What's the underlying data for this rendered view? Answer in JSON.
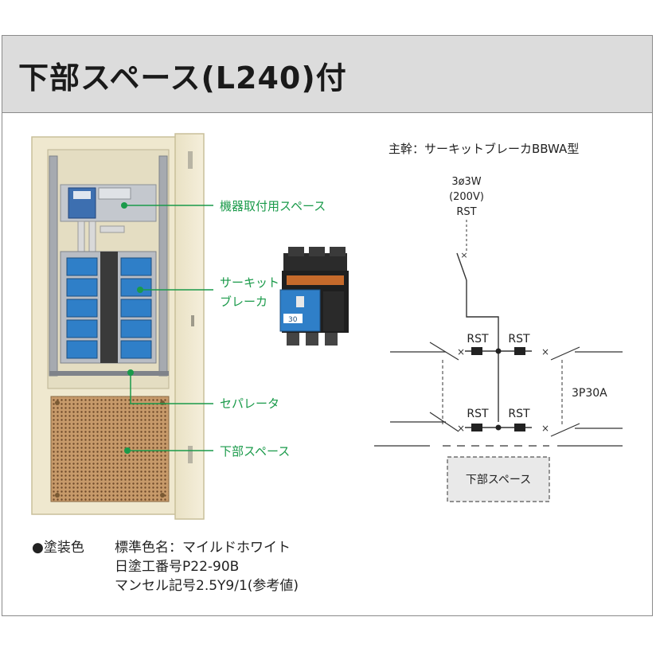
{
  "title": "下部スペース(L240)付",
  "callouts": {
    "equipment_space": "機器取付用スペース",
    "breaker_line1": "サーキット",
    "breaker_line2": "ブレーカ",
    "separator": "セパレータ",
    "lower_space": "下部スペース"
  },
  "schematic": {
    "main_label": "主幹：サーキットブレーカBBWA型",
    "supply_line1": "3ø3W",
    "supply_line2": "(200V)",
    "supply_line3": "RST",
    "rst_label": "RST",
    "branch_rating": "3P30A",
    "lower_space_box": "下部スペース"
  },
  "breaker_photo": {
    "rating": "30"
  },
  "paint_spec": {
    "heading": "●塗装色",
    "line1": "標準色名：マイルドホワイト",
    "line2": "日塗工番号P22-90B",
    "line3": "マンセル記号2.5Y9/1(参考値)"
  },
  "colors": {
    "callout_green": "#1a9a4a",
    "cabinet_cream": "#efe8cf",
    "panel_gray": "#b9bdc4",
    "breaker_blue": "#2f7fc8",
    "perforated_brown": "#b8895a",
    "header_gray": "#dcdcdc"
  }
}
